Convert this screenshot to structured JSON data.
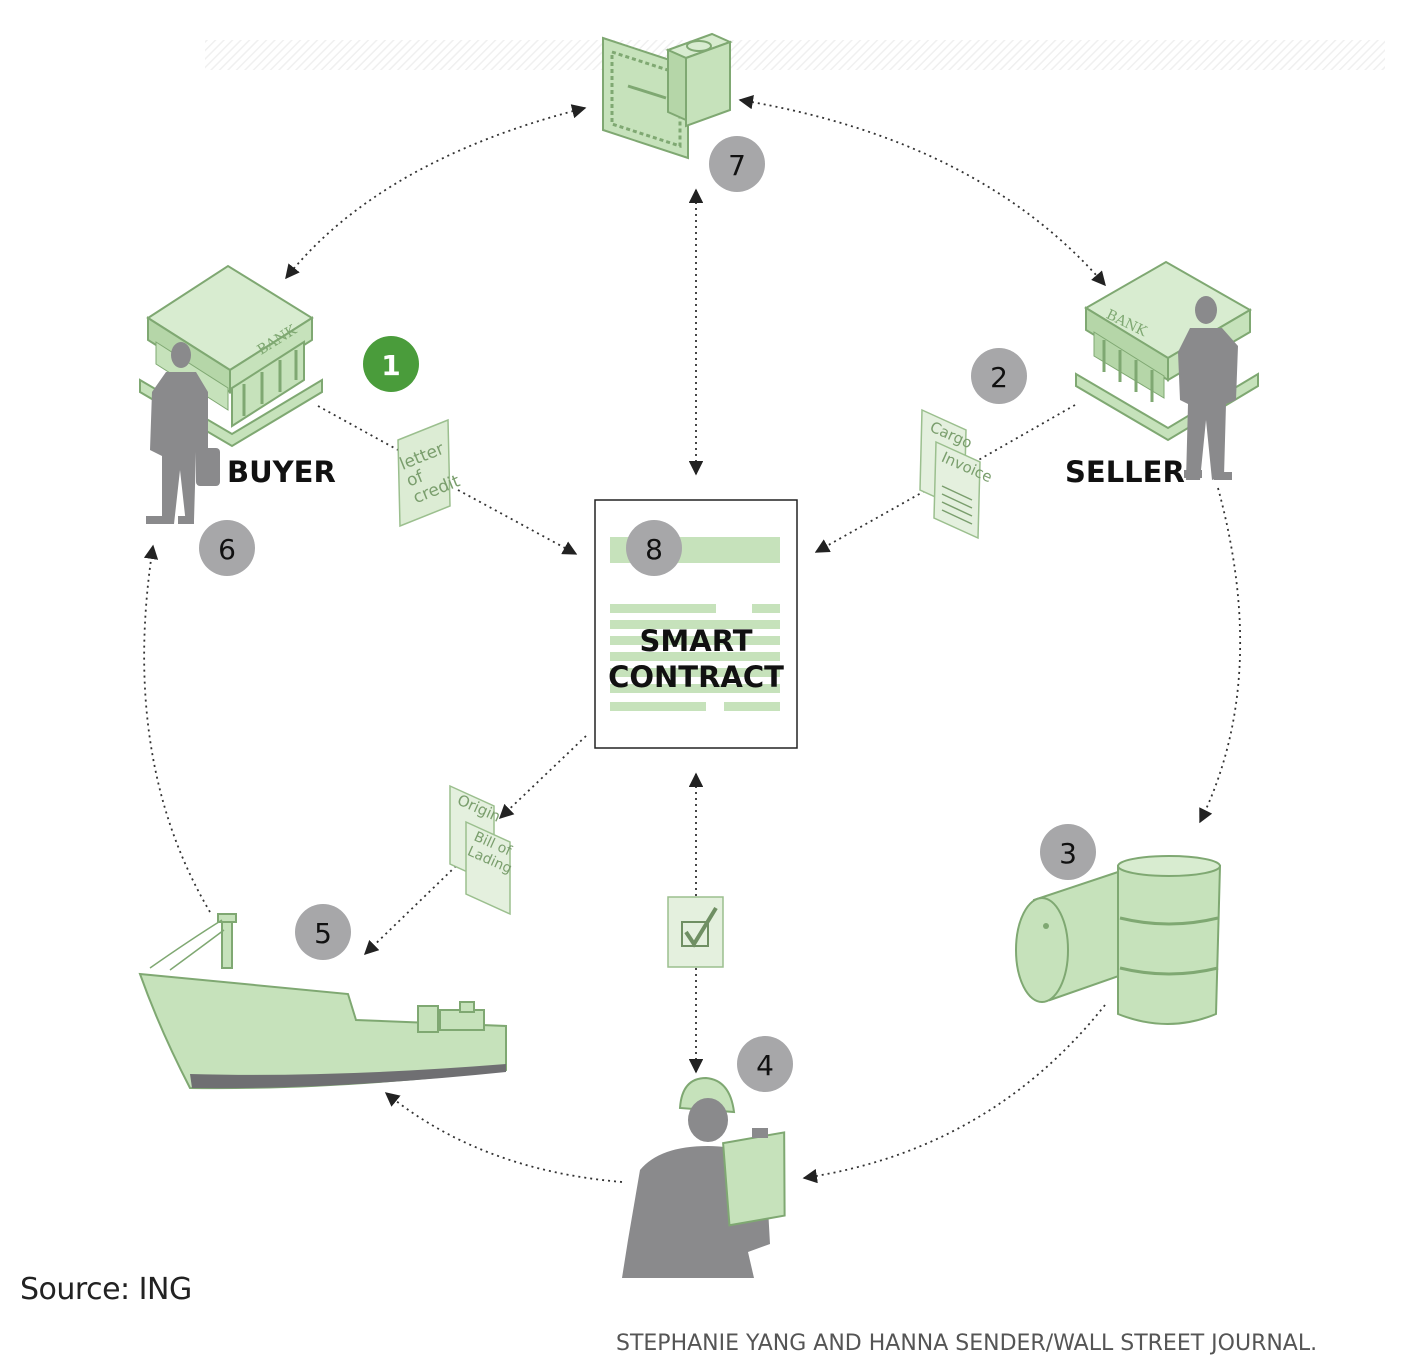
{
  "diagram": {
    "center": {
      "line1": "SMART",
      "line2": "CONTRACT"
    },
    "actors": {
      "buyer": "BUYER",
      "seller": "SELLER"
    },
    "documents": {
      "letter_of_credit": [
        "letter",
        "of",
        "credit"
      ],
      "cargo": "Cargo",
      "invoice": "Invoice",
      "origin": "Origin",
      "bill_of_lading": [
        "Bill of",
        "Lading"
      ],
      "bank_sign": "BANK"
    },
    "steps": [
      {
        "number": "1",
        "active": true
      },
      {
        "number": "2",
        "active": false
      },
      {
        "number": "3",
        "active": false
      },
      {
        "number": "4",
        "active": false
      },
      {
        "number": "5",
        "active": false
      },
      {
        "number": "6",
        "active": false
      },
      {
        "number": "7",
        "active": false
      },
      {
        "number": "8",
        "active": false
      }
    ],
    "colors": {
      "green_fill": "#c6e2bb",
      "green_stroke": "#8ab47d",
      "silhouette": "#8a8a8c",
      "step_gray": "#a7a7a9",
      "step_active": "#4a9c3b",
      "arrow": "#333333"
    }
  },
  "footer": {
    "source": "Source: ING",
    "credit": "STEPHANIE YANG AND HANNA SENDER/WALL STREET JOURNAL."
  }
}
